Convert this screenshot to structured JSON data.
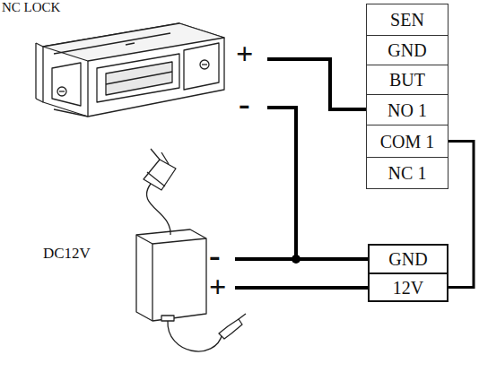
{
  "diagram": {
    "nodes": [
      {
        "text": [
          "SEN"
        ]
      },
      {
        "text": [
          "GND"
        ]
      },
      {
        "text": [
          "BUT"
        ]
      },
      {
        "text": [
          "NO 1"
        ]
      },
      {
        "text": [
          "COM 1"
        ]
      },
      {
        "text": [
          "NC 1"
        ]
      },
      {
        "text": [
          "GND"
        ]
      },
      {
        "text": [
          "12V"
        ]
      }
    ],
    "edges": [
      {
        "from": 4,
        "to": 7,
        "arrow": "none"
      }
    ],
    "labels": [
      "NC LOCK",
      "+",
      "-",
      "-",
      "DC12V",
      "+"
    ]
  }
}
